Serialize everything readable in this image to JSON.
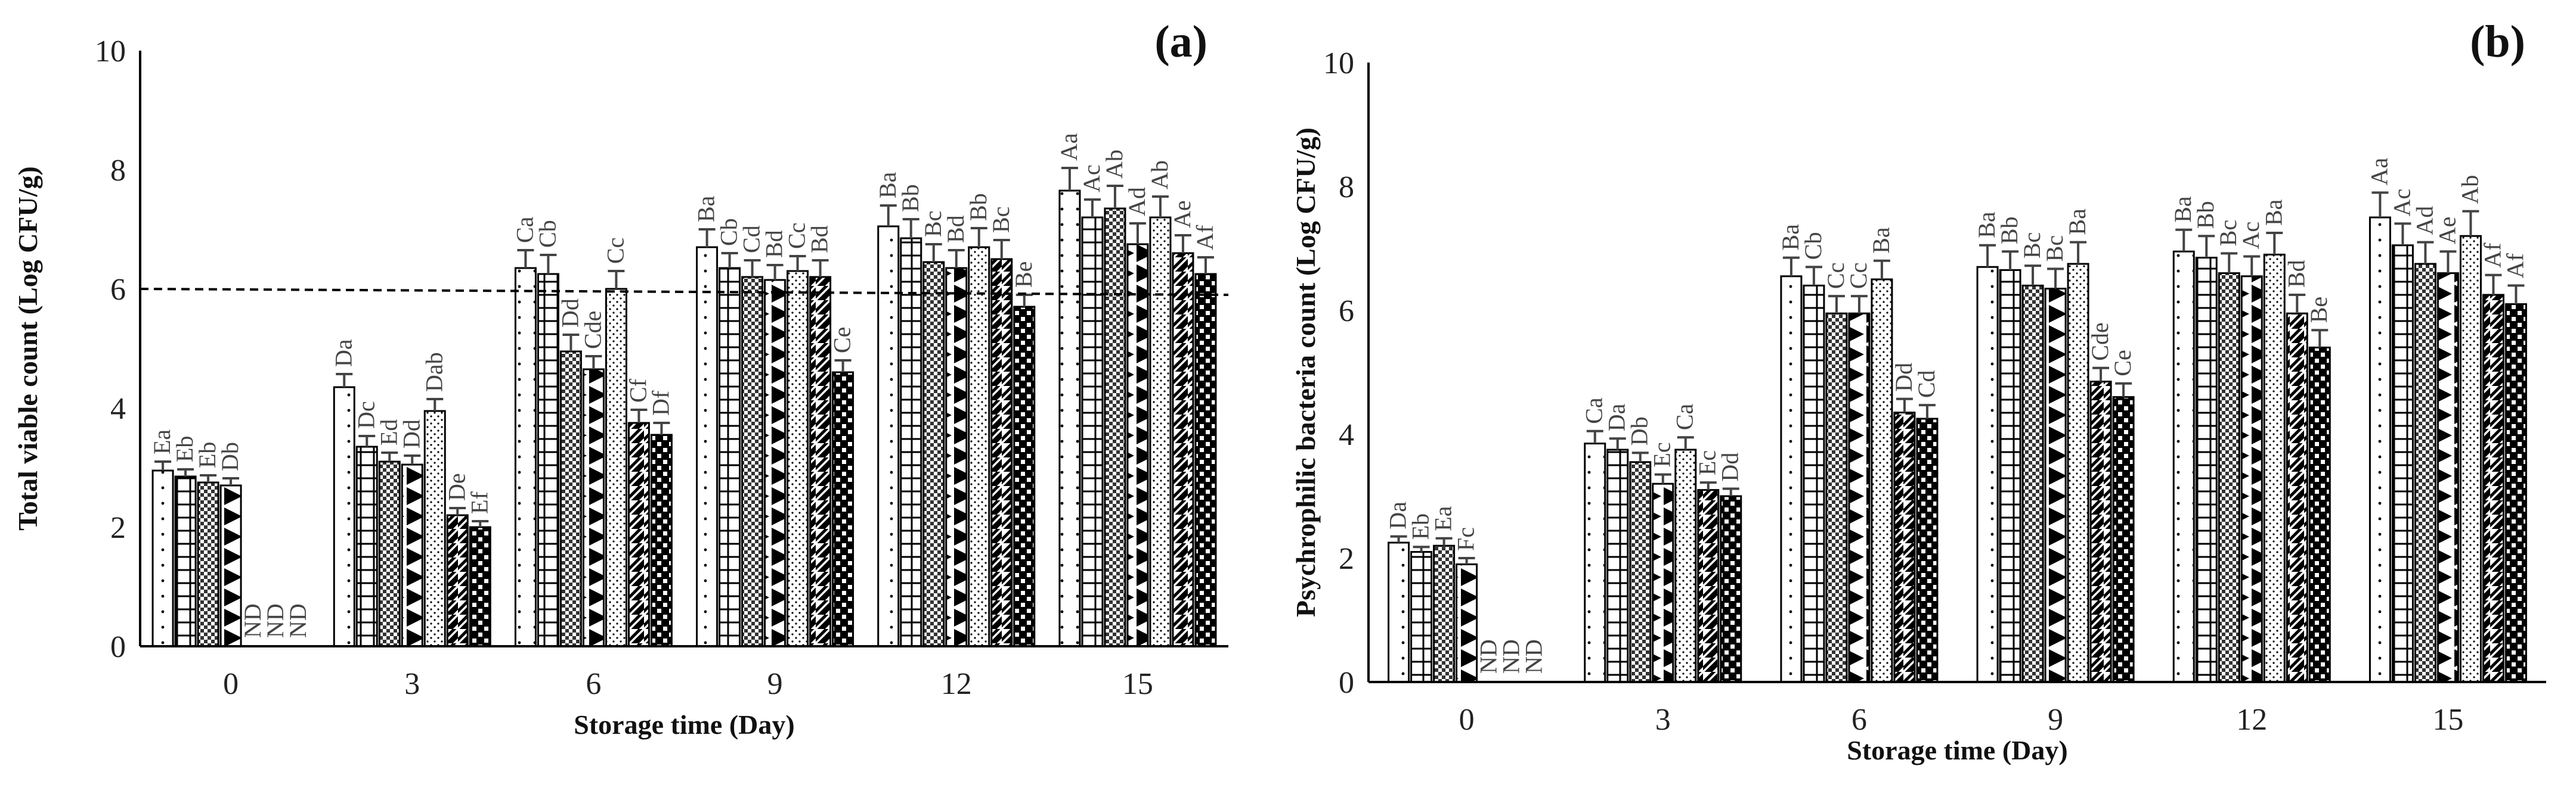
{
  "chart_data": [
    {
      "panel": "(a)",
      "type": "bar",
      "xlabel": "Storage time (Day)",
      "ylabel": "Total viable count (Log CFU/g)",
      "ylim": [
        0,
        10
      ],
      "yticks": [
        "0",
        "2",
        "4",
        "6",
        "8",
        "10"
      ],
      "categories": [
        "0",
        "3",
        "6",
        "9",
        "12",
        "15"
      ],
      "nd_label": "ND",
      "reference_line": 6,
      "series_count": 7,
      "values": [
        [
          2.95,
          2.85,
          2.75,
          2.7,
          null,
          null,
          null
        ],
        [
          4.35,
          3.35,
          3.1,
          3.05,
          3.95,
          2.2,
          2.0
        ],
        [
          6.35,
          6.25,
          4.95,
          4.65,
          6.0,
          3.75,
          3.55
        ],
        [
          6.7,
          6.35,
          6.2,
          6.15,
          6.3,
          6.2,
          4.6
        ],
        [
          7.05,
          6.85,
          6.45,
          6.35,
          6.7,
          6.5,
          5.7
        ],
        [
          7.65,
          7.2,
          7.35,
          6.75,
          7.2,
          6.6,
          6.25
        ]
      ],
      "errors": [
        [
          0.15,
          0.12,
          0.12,
          0.12,
          null,
          null,
          null
        ],
        [
          0.22,
          0.18,
          0.15,
          0.15,
          0.2,
          0.12,
          0.1
        ],
        [
          0.3,
          0.32,
          0.28,
          0.22,
          0.3,
          0.22,
          0.2
        ],
        [
          0.3,
          0.25,
          0.28,
          0.25,
          0.25,
          0.28,
          0.2
        ],
        [
          0.35,
          0.32,
          0.3,
          0.3,
          0.32,
          0.32,
          0.2
        ],
        [
          0.38,
          0.3,
          0.38,
          0.35,
          0.35,
          0.3,
          0.28
        ]
      ],
      "letters": [
        [
          "Ea",
          "Eb",
          "Eb",
          "Db",
          "",
          "",
          ""
        ],
        [
          "Da",
          "Dc",
          "Ed",
          "Dd",
          "Dab",
          "De",
          "Ef"
        ],
        [
          "Ca",
          "Cb",
          "Dd",
          "Cde",
          "Cc",
          "Cf",
          "Df"
        ],
        [
          "Ba",
          "Cb",
          "Cd",
          "Bd",
          "Cc",
          "Bd",
          "Ce"
        ],
        [
          "Ba",
          "Bb",
          "Bc",
          "Bd",
          "Bb",
          "Bc",
          "Be"
        ],
        [
          "Aa",
          "Ac",
          "Ab",
          "Ad",
          "Ab",
          "Ae",
          "Af"
        ]
      ]
    },
    {
      "panel": "(b)",
      "type": "bar",
      "xlabel": "Storage time (Day)",
      "ylabel": "Psychrophilic bacteria count (Log CFU/g)",
      "ylim": [
        0,
        10
      ],
      "yticks": [
        "0",
        "2",
        "4",
        "6",
        "8",
        "10"
      ],
      "categories": [
        "0",
        "3",
        "6",
        "9",
        "12",
        "15"
      ],
      "nd_label": "ND",
      "series_count": 7,
      "values": [
        [
          2.25,
          2.1,
          2.2,
          1.9,
          null,
          null,
          null
        ],
        [
          3.85,
          3.75,
          3.55,
          3.2,
          3.75,
          3.1,
          3.0
        ],
        [
          6.55,
          6.4,
          5.95,
          5.95,
          6.5,
          4.35,
          4.25
        ],
        [
          6.7,
          6.65,
          6.4,
          6.35,
          6.75,
          4.85,
          4.6
        ],
        [
          6.95,
          6.85,
          6.6,
          6.55,
          6.9,
          5.95,
          5.4
        ],
        [
          7.5,
          7.05,
          6.75,
          6.6,
          7.2,
          6.25,
          6.1
        ]
      ],
      "errors": [
        [
          0.1,
          0.08,
          0.12,
          0.1,
          null,
          null,
          null
        ],
        [
          0.2,
          0.18,
          0.15,
          0.15,
          0.2,
          0.12,
          0.12
        ],
        [
          0.3,
          0.3,
          0.28,
          0.28,
          0.3,
          0.22,
          0.22
        ],
        [
          0.35,
          0.3,
          0.32,
          0.32,
          0.35,
          0.22,
          0.22
        ],
        [
          0.35,
          0.35,
          0.32,
          0.32,
          0.35,
          0.3,
          0.28
        ],
        [
          0.4,
          0.35,
          0.35,
          0.35,
          0.4,
          0.32,
          0.3
        ]
      ],
      "letters": [
        [
          "Da",
          "Eb",
          "Ea",
          "Fc",
          "",
          "",
          ""
        ],
        [
          "Ca",
          "Da",
          "Db",
          "Ec",
          "Ca",
          "Ec",
          "Dd"
        ],
        [
          "Ba",
          "Cb",
          "Cc",
          "Cc",
          "Ba",
          "Dd",
          "Cd"
        ],
        [
          "Ba",
          "Bb",
          "Bc",
          "Bc",
          "Ba",
          "Cde",
          "Ce"
        ],
        [
          "Ba",
          "Bb",
          "Bc",
          "Ac",
          "Ba",
          "Bd",
          "Be"
        ],
        [
          "Aa",
          "Ac",
          "Ad",
          "Ae",
          "Ab",
          "Af",
          "Af"
        ]
      ]
    }
  ]
}
